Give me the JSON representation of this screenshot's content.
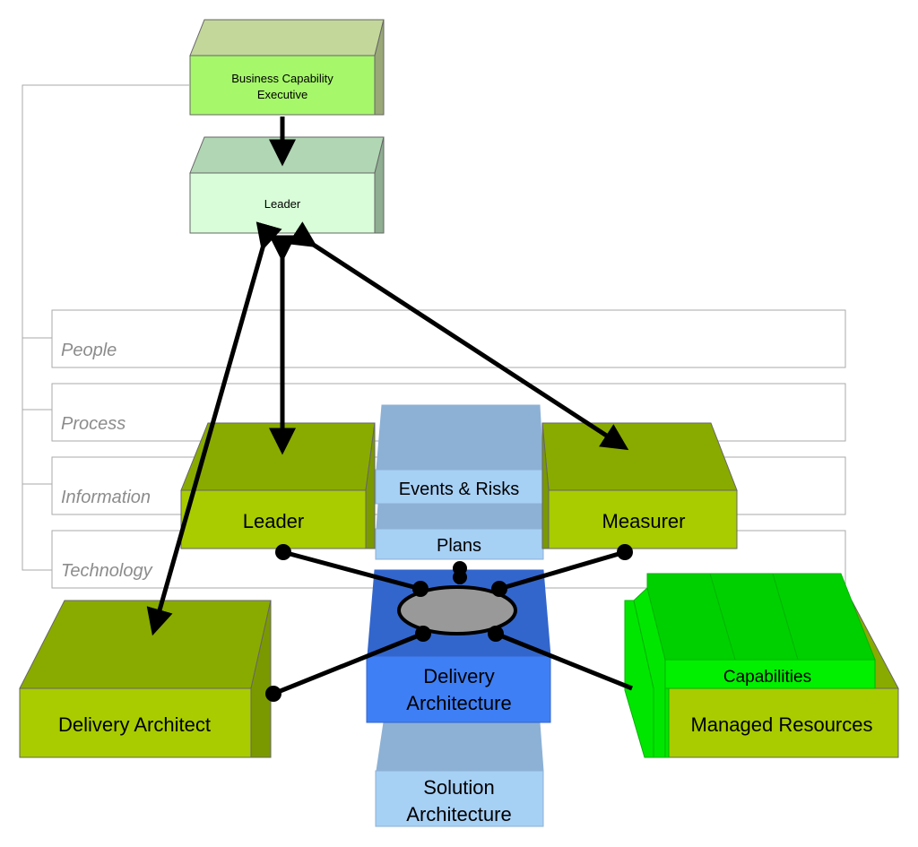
{
  "diagram": {
    "executive": {
      "line1": "Business Capability",
      "line2": "Executive",
      "color": "#a6f76a"
    },
    "leader_top": {
      "label": "Leader",
      "color": "#d8fdd8"
    },
    "layers": [
      "People",
      "Process",
      "Information",
      "Technology"
    ],
    "leader": {
      "label": "Leader",
      "color": "#a8cc00"
    },
    "measurer": {
      "label": "Measurer",
      "color": "#a8cc00"
    },
    "delivery_architect": {
      "label": "Delivery Architect",
      "color": "#a8cc00"
    },
    "managed_resources": {
      "label": "Managed Resources",
      "color": "#a8cc00"
    },
    "capabilities": {
      "label": "Capabilities",
      "color": "#00e600"
    },
    "events_risks": {
      "label": "Events & Risks",
      "color": "#a7d0f5"
    },
    "plans": {
      "label": "Plans",
      "color": "#a7d0f5"
    },
    "delivery_architecture": {
      "line1": "Delivery",
      "line2": "Architecture",
      "color": "#3f7ff5"
    },
    "solution_architecture": {
      "line1": "Solution",
      "line2": "Architecture",
      "color": "#a7d0f5"
    }
  }
}
